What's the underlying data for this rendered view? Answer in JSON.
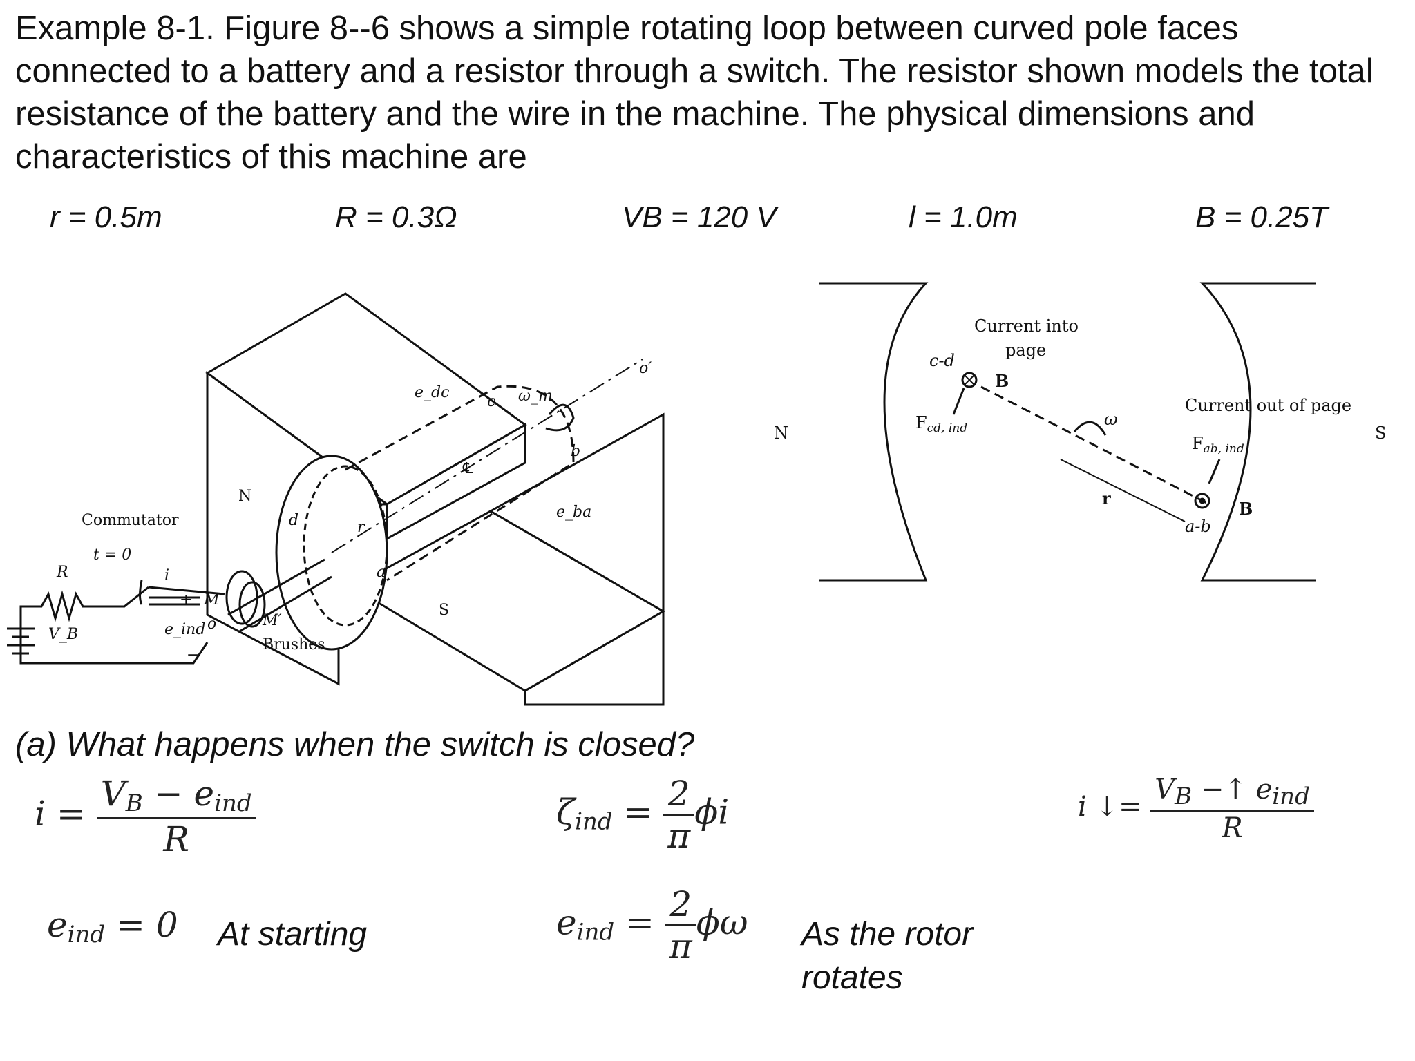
{
  "intro": "Example 8-1. Figure 8--6 shows a simple rotating loop between curved pole faces connected to a battery and a resistor through a switch. The resistor shown models the total resistance of the battery and the wire in the machine. The physical dimensions and characteristics of this machine are",
  "params": {
    "r": "r = 0.5m",
    "R": "R = 0.3Ω",
    "VB": "VB = 120 V",
    "l": "l = 1.0m",
    "B": "B = 0.25T"
  },
  "fig_left": {
    "commutator": "Commutator",
    "t0": "t = 0",
    "R": "R",
    "VB": "V_B",
    "i": "i",
    "plus": "+",
    "minus": "−",
    "M": "M",
    "Mprime": "M′",
    "eind": "e_ind",
    "o": "o",
    "brushes": "Brushes",
    "N": "N",
    "S": "S",
    "d": "d",
    "a": "a",
    "b": "b",
    "c": "c",
    "r": "r",
    "edc": "e_dc",
    "eba": "e_ba",
    "wm": "ω_m",
    "oprime": "o′",
    "cl": "℄"
  },
  "fig_right": {
    "N": "N",
    "S": "S",
    "current_into": "Current into",
    "page": "page",
    "cd": "c-d",
    "B1": "B",
    "fcd": "F",
    "fcd_sub": "cd, ind",
    "current_out": "Current out of page",
    "fab": "F",
    "fab_sub": "ab, ind",
    "omega": "ω",
    "r": "r",
    "B2": "B",
    "ab": "a-b"
  },
  "question": "(a) What happens when the switch is closed?",
  "eq1": {
    "lhs": "i =",
    "num_v": "V",
    "num_vsub": "B",
    "num_rest": " − e",
    "num_esub": "ind",
    "den": "R"
  },
  "eq2": {
    "lhs": "ζ",
    "lhs_sub": "ind",
    "eq": " = ",
    "num": "2",
    "den": "π",
    "rest": "ϕi"
  },
  "eq3": {
    "lhs": "i ↓=",
    "num_v": "V",
    "num_vsub": "B",
    "num_rest": " −↑ e",
    "num_esub": "ind",
    "den": "R"
  },
  "eq4": {
    "lhs": "e",
    "lhs_sub": "ind",
    "rest": " = 0"
  },
  "note1": "At starting",
  "eq5": {
    "lhs": "e",
    "lhs_sub": "ind",
    "eq": " = ",
    "num": "2",
    "den": "π",
    "rest": "ϕω"
  },
  "note2_line1": "As the rotor",
  "note2_line2": "rotates"
}
